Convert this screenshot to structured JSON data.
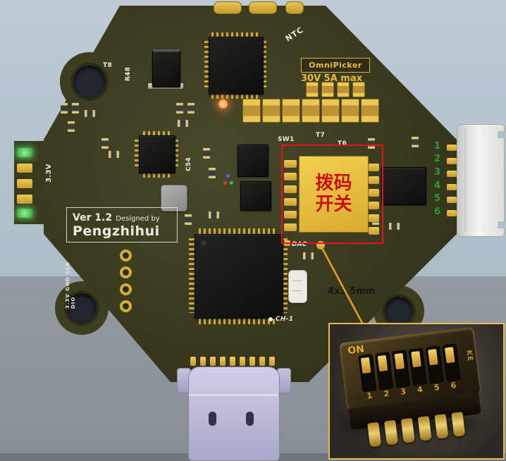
{
  "board": {
    "badge": {
      "brand": "OmniPicker",
      "rating": "30V 5A max"
    },
    "silk": {
      "ver_bold": "Ver 1.2",
      "ver_rest": "Designed by",
      "designer": "Pengzhihui",
      "v33": "3.3V",
      "left_pins": "3.3V GND CLK DIO",
      "ntc": "NTC",
      "sw1": "SW1",
      "t6": "T6",
      "t7": "T7",
      "t8": "T8",
      "r48": "R48",
      "c54": "C54",
      "dac": "DAC",
      "ch1": "CH-1"
    },
    "connector_pins": [
      "1",
      "2",
      "3",
      "4",
      "5",
      "6"
    ]
  },
  "annotations": {
    "dip_line1": "拨码",
    "dip_line2": "开关",
    "size": "4x3.5mm"
  },
  "inset": {
    "on": "ON",
    "side": "KE",
    "pins": [
      "1",
      "2",
      "3",
      "4",
      "5",
      "6"
    ]
  }
}
